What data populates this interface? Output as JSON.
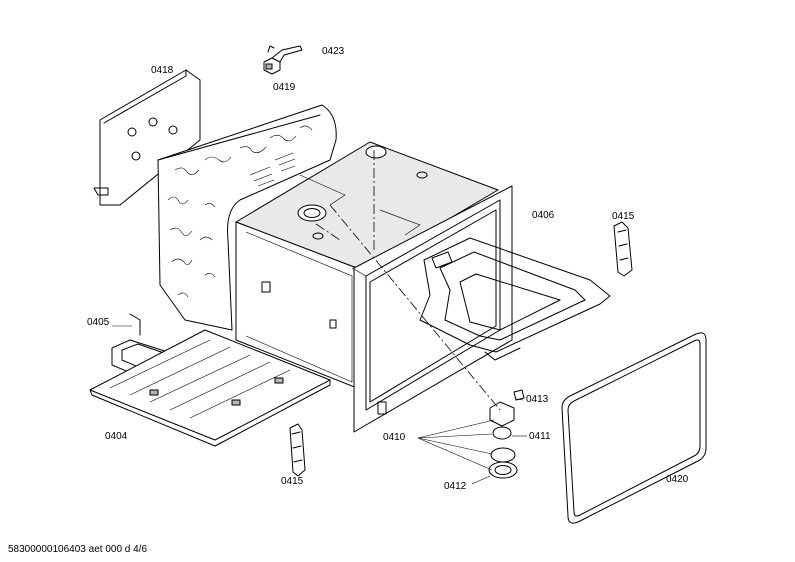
{
  "footer": {
    "text": "58300000106403 aet 000 d 4/6"
  },
  "callouts": {
    "p0418": "0418",
    "p0423": "0423",
    "p0419": "0419",
    "p0406": "0406",
    "p0415_top": "0415",
    "p0405": "0405",
    "p0404": "0404",
    "p0415_bottom": "0415",
    "p0413": "0413",
    "p0410": "0410",
    "p0411": "0411",
    "p0412": "0412",
    "p0420": "0420"
  }
}
